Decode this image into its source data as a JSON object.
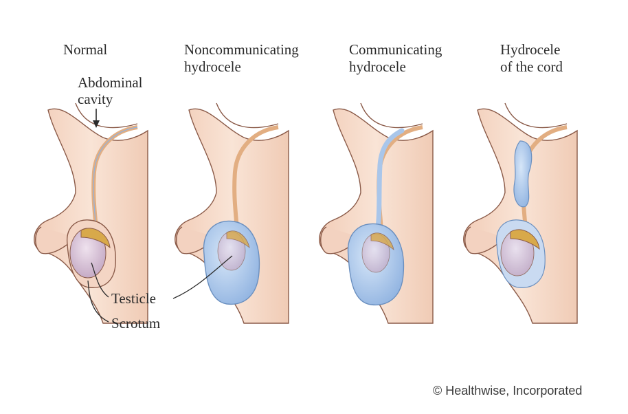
{
  "panels": [
    {
      "title_lines": [
        "Normal"
      ]
    },
    {
      "title_lines": [
        "Noncommunicating",
        "hydrocele"
      ]
    },
    {
      "title_lines": [
        "Communicating",
        "hydrocele"
      ]
    },
    {
      "title_lines": [
        "Hydrocele",
        "of the cord"
      ]
    }
  ],
  "labels": {
    "abdominal_line1": "Abdominal",
    "abdominal_line2": "cavity",
    "testicle": "Testicle",
    "scrotum": "Scrotum"
  },
  "copyright": "© Healthwise, Incorporated",
  "colors": {
    "skin": "#f6dccb",
    "skin_shade": "#e9bfa6",
    "outline": "#8a5a48",
    "cord": "#e8b98f",
    "fluid": "#a9c6ea",
    "testicle": "#d9c2d6",
    "epididymis": "#d8a94a"
  }
}
